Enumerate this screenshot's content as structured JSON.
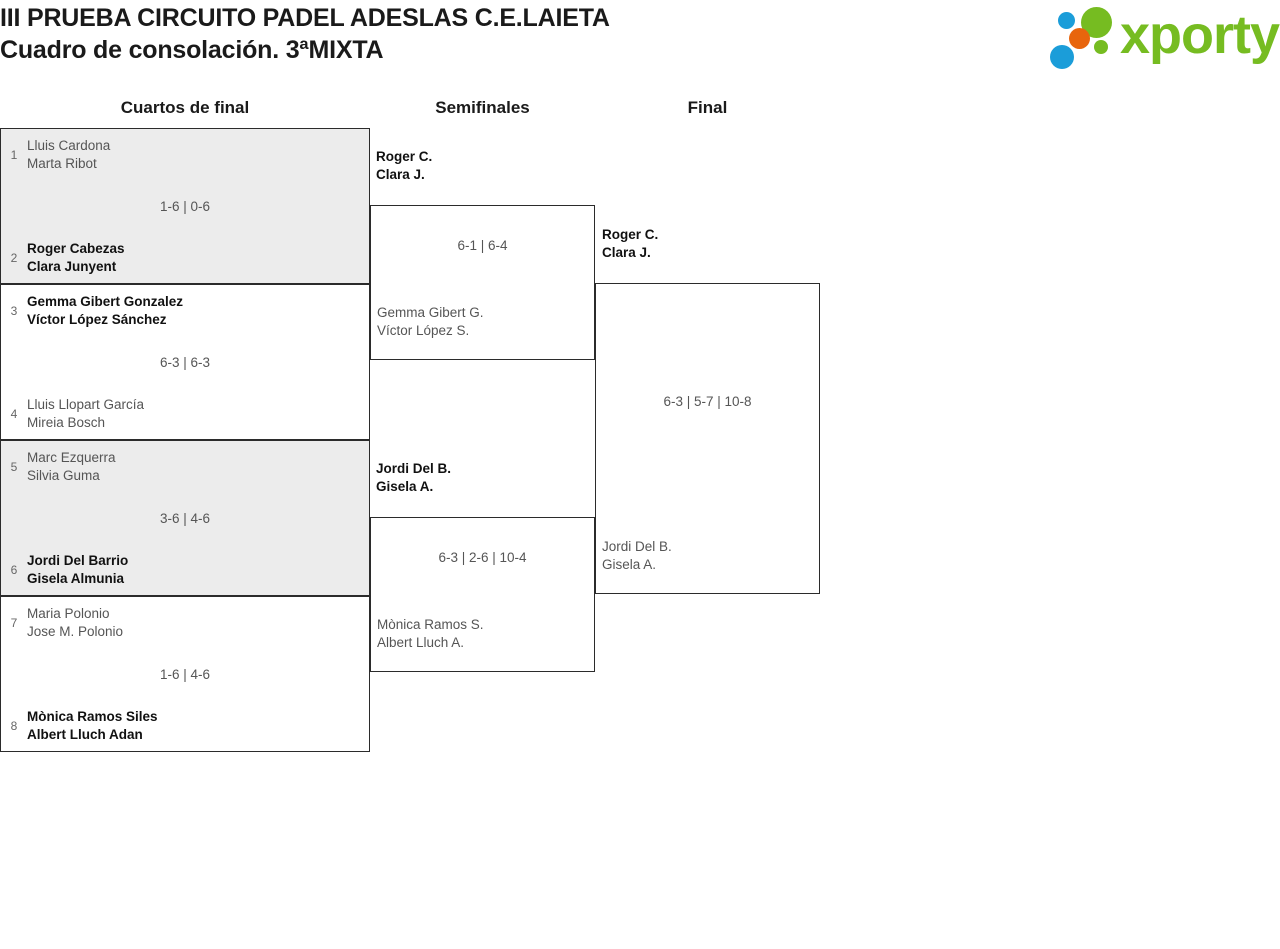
{
  "header": {
    "title_line1": "III PRUEBA CIRCUITO PADEL ADESLAS C.E.LAIETA",
    "title_line2": "Cuadro de consolación. 3ªMIXTA",
    "logo_text": "xporty",
    "logo_colors": {
      "green": "#76bc21",
      "blue": "#1b9dd9",
      "orange": "#e8650d"
    }
  },
  "rounds": [
    {
      "label": "Cuartos de final"
    },
    {
      "label": "Semifinales"
    },
    {
      "label": "Final"
    }
  ],
  "quarterfinals": [
    {
      "shaded": true,
      "top": {
        "seed": "1",
        "p1": "Lluis Cardona",
        "p2": "Marta Ribot",
        "winner": false
      },
      "bottom": {
        "seed": "2",
        "p1": "Roger Cabezas",
        "p2": "Clara Junyent",
        "winner": true
      },
      "score": "1-6 | 0-6"
    },
    {
      "shaded": false,
      "top": {
        "seed": "3",
        "p1": "Gemma Gibert Gonzalez",
        "p2": "Víctor López Sánchez",
        "winner": true
      },
      "bottom": {
        "seed": "4",
        "p1": "Lluis Llopart García",
        "p2": "Mireia Bosch",
        "winner": false
      },
      "score": "6-3 | 6-3"
    },
    {
      "shaded": true,
      "top": {
        "seed": "5",
        "p1": "Marc Ezquerra",
        "p2": "Silvia Guma",
        "winner": false
      },
      "bottom": {
        "seed": "6",
        "p1": "Jordi Del Barrio",
        "p2": "Gisela Almunia",
        "winner": true
      },
      "score": "3-6 | 4-6"
    },
    {
      "shaded": false,
      "top": {
        "seed": "7",
        "p1": "Maria Polonio",
        "p2": "Jose M. Polonio",
        "winner": false
      },
      "bottom": {
        "seed": "8",
        "p1": "Mònica Ramos Siles",
        "p2": "Albert Lluch Adan",
        "winner": true
      },
      "score": "1-6 | 4-6"
    }
  ],
  "semifinals": [
    {
      "top": {
        "p1": "Roger C.",
        "p2": "Clara J.",
        "winner": true
      },
      "bottom": {
        "p1": "Gemma Gibert G.",
        "p2": "Víctor López S.",
        "winner": false
      },
      "score": "6-1 | 6-4"
    },
    {
      "top": {
        "p1": "Jordi Del B.",
        "p2": "Gisela A.",
        "winner": true
      },
      "bottom": {
        "p1": "Mònica Ramos S.",
        "p2": "Albert Lluch A.",
        "winner": false
      },
      "score": "6-3 | 2-6 | 10-4"
    }
  ],
  "final": {
    "top": {
      "p1": "Roger C.",
      "p2": "Clara J.",
      "winner": true
    },
    "bottom": {
      "p1": "Jordi Del B.",
      "p2": "Gisela A.",
      "winner": false
    },
    "score": "6-3 | 5-7 | 10-8"
  }
}
